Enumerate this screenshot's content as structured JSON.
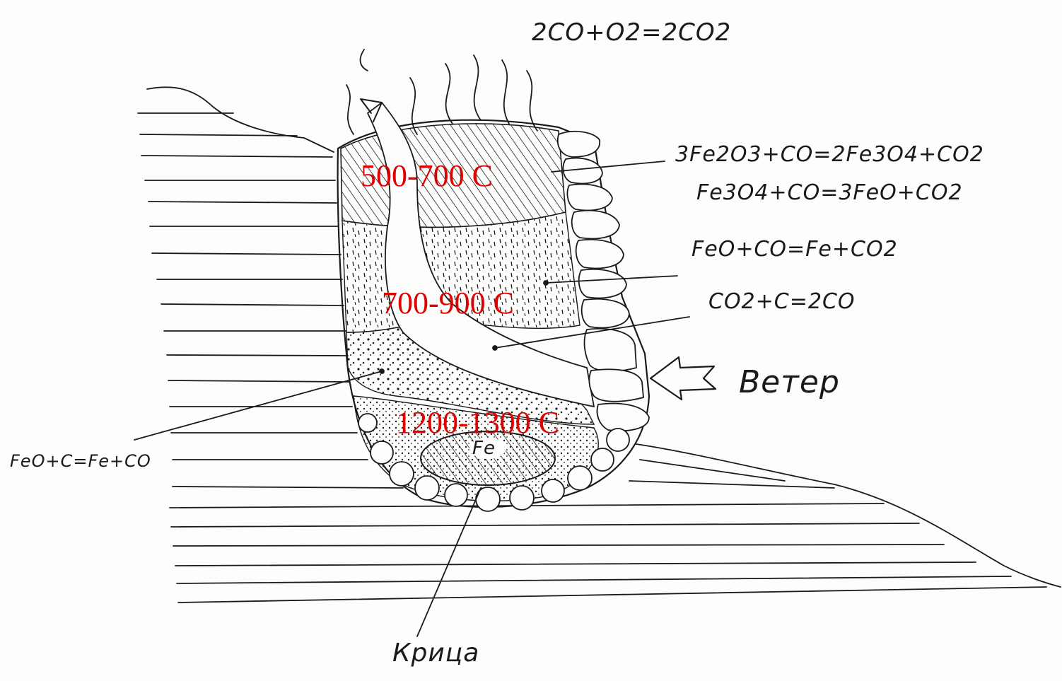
{
  "diagram": {
    "equations": {
      "top": "2CO+O2=2CO2",
      "upper_1": "3Fe2O3+CO=2Fe3O4+CO2",
      "upper_2": "Fe3O4+CO=3FeO+CO2",
      "middle": "FeO+CO=Fe+CO2",
      "boudouard": "CO2+C=2CO",
      "lower_left": "FeO+C=Fe+CO"
    },
    "temperature_zones": {
      "upper": "500-700 C",
      "middle": "700-900 C",
      "lower": "1200-1300 C"
    },
    "labels": {
      "wind": "Ветер",
      "bloom": "Крица",
      "iron": "Fe"
    },
    "colors": {
      "ink": "#1a1a1a",
      "temperature_text": "#e00000",
      "paper": "#fdfdfc"
    }
  }
}
